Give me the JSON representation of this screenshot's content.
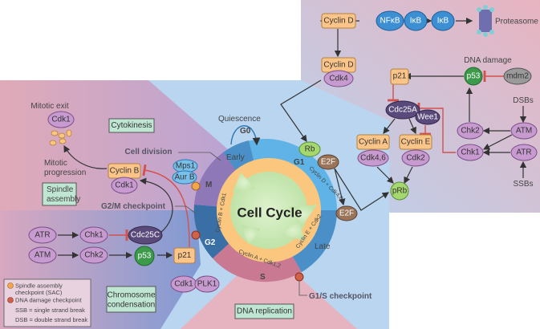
{
  "title": "Cell Cycle",
  "phases": {
    "g0": "G0",
    "g1": "G1",
    "s": "S",
    "g2": "G2",
    "m": "M",
    "early": "Early",
    "late": "Late"
  },
  "cyclins_inner": {
    "d": "Cyclin D + Cdk4,6",
    "e": "Cyclin E + Cdk2",
    "a": "Cyclin A + Cdk1,2",
    "b": "Cyclin B + Cdk1"
  },
  "labels": {
    "quiescence": "Quiescence",
    "cell_division": "Cell division",
    "g2m_checkpoint": "G2/M checkpoint",
    "g1s_checkpoint": "G1/S checkpoint",
    "mitotic_exit": "Mitotic exit",
    "mitotic_progression_1": "Mitotic",
    "mitotic_progression_2": "progression",
    "dna_damage": "DNA damage",
    "dsbs": "DSBs",
    "ssbs": "SSBs",
    "proteasome": "Proteasome"
  },
  "process_boxes": {
    "cytokinesis": "Cytokinesis",
    "spindle_1": "Spindle",
    "spindle_2": "assembly",
    "chrom_1": "Chromosome",
    "chrom_2": "condensation",
    "dna_replication": "DNA replication"
  },
  "nodes": {
    "cyclin_d_top": "Cyclin D",
    "nfkb": "NFκB",
    "ikb1": "IκB",
    "ikb2": "IκB",
    "cyclin_d": "Cyclin D",
    "cdk4": "Cdk4",
    "p21_r": "p21",
    "p53_r": "p53",
    "mdm2": "mdm2",
    "cdc25a": "Cdc25A",
    "wee1": "Wee1",
    "cyclin_a": "Cyclin A",
    "cdk46": "Cdk4,6",
    "cyclin_e": "Cyclin E",
    "cdk2": "Cdk2",
    "prb": "pRb",
    "chk2_r": "Chk2",
    "atm_r": "ATM",
    "chk1_r": "Chk1",
    "atr_r": "ATR",
    "rb": "Rb",
    "e2f1": "E2F",
    "e2f2": "E2F",
    "cdk1_exit": "Cdk1",
    "cyclin_b": "Cyclin B",
    "cdk1_b": "Cdk1",
    "mps1": "Mps1",
    "aurb": "Aur B",
    "atr_l": "ATR",
    "chk1_l": "Chk1",
    "cdc25c": "Cdc25C",
    "atm_l": "ATM",
    "chk2_l": "Chk2",
    "p53_l": "p53",
    "p21_l": "p21",
    "cdk1_c": "Cdk1",
    "plk1": "PLK1"
  },
  "legend": {
    "sac": "Spindle assembly",
    "sac2": "checkpoint (SAC)",
    "ddc": "DNA damage checkpoint",
    "ssb": "SSB = single strand break",
    "dsb": "DSB = double strand break"
  },
  "colors": {
    "sac_dot": "#f3a64a",
    "dna_damage_dot": "#d2614a",
    "g1": "#5fb3e6",
    "s": "#c97a92",
    "g2": "#3a6fa6",
    "m": "#8f78b8",
    "inhibition": "#d4504c"
  }
}
